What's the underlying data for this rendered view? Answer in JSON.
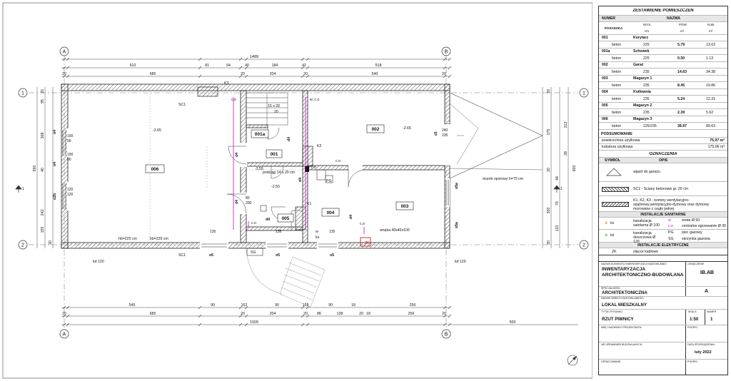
{
  "plan": {
    "axes": {
      "left": "A",
      "right": "B",
      "top": "1",
      "bottom": "2",
      "rows": [
        "1",
        "2"
      ]
    },
    "dims_top1": [
      "1489"
    ],
    "dims_top2": [
      "510",
      "81",
      "94",
      "40",
      "184",
      "42",
      "518"
    ],
    "dims_top3": [
      "20",
      "685",
      "20",
      "204",
      "20",
      "540",
      "20"
    ],
    "dims_bot1": [
      "545",
      "90",
      "162",
      "90",
      "128",
      "90",
      "18",
      "256"
    ],
    "dims_bot2": [
      "20",
      "685",
      "20",
      "204",
      "20",
      "86",
      "138",
      "20",
      "18",
      "256",
      "20"
    ],
    "dims_bot3": [
      "1509",
      "500"
    ],
    "dims_left": [
      "20",
      "95",
      "308",
      "40",
      "242",
      "155",
      "590",
      "20"
    ],
    "dims_right": [
      "20",
      "275",
      "20",
      "300",
      "20",
      "212",
      "600",
      "44",
      "76",
      "133",
      "28"
    ],
    "rooms": [
      {
        "id": "006",
        "label": "006"
      },
      {
        "id": "001a",
        "label": "001a"
      },
      {
        "id": "001",
        "label": "001"
      },
      {
        "id": "002",
        "label": "002"
      },
      {
        "id": "003",
        "label": "003"
      },
      {
        "id": "004",
        "label": "004"
      },
      {
        "id": "005",
        "label": "005"
      }
    ],
    "notes": {
      "k3": "K3",
      "k2": "K2",
      "k1": "K1",
      "co1": "c.o",
      "wco": "w, c.o",
      "co2": "c.o",
      "co3": "c.o",
      "co4": "c.o",
      "co5": "c.o",
      "stairs": "15 x 20",
      "stairs20": "20",
      "lvl1": "-2.65",
      "lvl2": "-2.65",
      "lvl3": "-2.55",
      "lvl4": "-2.55",
      "beam": "podciąg 14 x 20 cm",
      "wall": "murek oporowy h=70 cm",
      "niche": "wnęka 40x40x100",
      "hb1": "hb=225 cm",
      "hb2": "hb=235 cm",
      "sc1a": "SC1",
      "sc1b": "SC1",
      "sg": "SG",
      "zk": "ZK",
      "pg": "PG",
      "kd1": "kd 120",
      "kd2": "kd 120",
      "w": "w",
      "ks": "ks",
      "d1": "d1",
      "d4a": "d4",
      "d4b": "d4",
      "d4c": "d4",
      "d4d": "d4",
      "d4e": "d4",
      "d4f": "d4",
      "o2b": "o2b",
      "o5a": "o5a",
      "o5b": "o5a",
      "o5c": "o5",
      "o5d": "o5",
      "o5e": "o5",
      "o4": "o4",
      "o4b": "o4",
      "d240": "240",
      "d235": "235",
      "d8020a": "80",
      "d8020b": "200",
      "d135a": "135",
      "d135b": "135",
      "d135c": "135",
      "d100": "100",
      "d90": "90",
      "d120": "120",
      "d100b": "100",
      "d90b": "90",
      "d120b": "120"
    }
  },
  "rooms_table": {
    "title": "ZESTAWIENIE POMIESZCZEŃ",
    "col_numer": "NUMER",
    "col_nazwa": "NAZWA",
    "col_posadzka": "POSADZKA",
    "col_wys": "WYS.",
    "col_pow": "POW.",
    "col_kub": "KUB.",
    "unit_cm": "cm",
    "unit_m2": "m²",
    "unit_m3": "m³",
    "rows": [
      {
        "num": "001",
        "name": "Korytarz",
        "floor": "beton",
        "h": "225",
        "area": "5.79",
        "vol": "13.03"
      },
      {
        "num": "001a",
        "name": "Schowek",
        "floor": "beton",
        "h": "225",
        "area": "0.50",
        "vol": "1.13"
      },
      {
        "num": "002",
        "name": "Garaż",
        "floor": "beton",
        "h": "235",
        "area": "14.63",
        "vol": "34.38"
      },
      {
        "num": "003",
        "name": "Magazyn 1",
        "floor": "beton",
        "h": "235",
        "area": "8.45",
        "vol": "19.86"
      },
      {
        "num": "004",
        "name": "Kotłownia",
        "floor": "beton",
        "h": "235",
        "area": "5.24",
        "vol": "12.31"
      },
      {
        "num": "005",
        "name": "Magazyn 2",
        "floor": "beton",
        "h": "235",
        "area": "2.39",
        "vol": "5.62"
      },
      {
        "num": "006",
        "name": "Magazyn 3",
        "floor": "beton",
        "h": "225/235",
        "area": "38.97",
        "vol": "89.63"
      }
    ],
    "summary_title": "PODSUMOWANIE",
    "summary": [
      {
        "label": "powierzchnia użytkowa",
        "value": "75.97 m²"
      },
      {
        "label": "kubatura użytkowa",
        "value": "175.96 m³"
      }
    ]
  },
  "legend": {
    "title": "OZNACZENIA",
    "col_symbol": "SYMBOL",
    "col_opis": "OPIS",
    "garage": "wjazd do garażu",
    "sc1": "SC1 - Ściany betonowe gr. 20 cm",
    "chimney": "K1, K2, K3 - kominy wentylacyjno-spalinowy,wentylacyjno-dymowy oraz dymowy murowane z cegły pełnej",
    "san_title": "INSTALACJE SANITARNE",
    "ks": "ks",
    "ks_desc": "kanalizacja sanitarna Ø 100",
    "w": "w",
    "w_desc": "woda Ø 50",
    "co": "c.o",
    "co_desc": "centralne ogrzewanie Ø 30",
    "kd": "kd",
    "kd_desc": "kanalizacja deszczowa Ø 120",
    "pg": "PG",
    "pg_desc": "piec gazowy",
    "sg": "SG",
    "sg_desc": "skrzynka gazowa",
    "el_title": "INSTALACJE ELEKTRYCZNE",
    "zk": "ZK",
    "zk_desc": "złącze kablowe"
  },
  "titleblock": {
    "l_element": "NAZWA ELEMENTU INWENTARYZACJI BUDOWLANEJ:",
    "element": "INWENTARYZACJA ARCHITEKTONICZNO-BUDOWLANA",
    "l_oznaczenie": "OZNACZENIE",
    "oznaczenie": "IB.AB",
    "l_spec": "SPECJALNOŚĆ:",
    "spec": "ARCHITEKTONICZNA",
    "spec_code": "A",
    "l_obiekt": "NAZWA OBIEKTU BUDOWLANEGO:",
    "obiekt": "LOKAL MIESZKALNY",
    "l_tytul": "TYTUŁ RYSUNKU",
    "tytul": "RZUT PIWNICY",
    "l_skala": "SKALA",
    "skala": "1:50",
    "l_numer": "NUMER",
    "numer": "1",
    "l_projektant": "IMIĘ I NAZWISKO PROJEKTANTA:",
    "l_podpis1": "PODPIS:",
    "l_uprawnienia": "NR UPRAWNIEŃ BUDOWLANYCH:",
    "l_data": "DATA SPORZĄDZENIA:",
    "data": "luty 2022",
    "l_opracowanie": "OPRACOWANIE:",
    "l_podpis2": "PODPIS:"
  }
}
